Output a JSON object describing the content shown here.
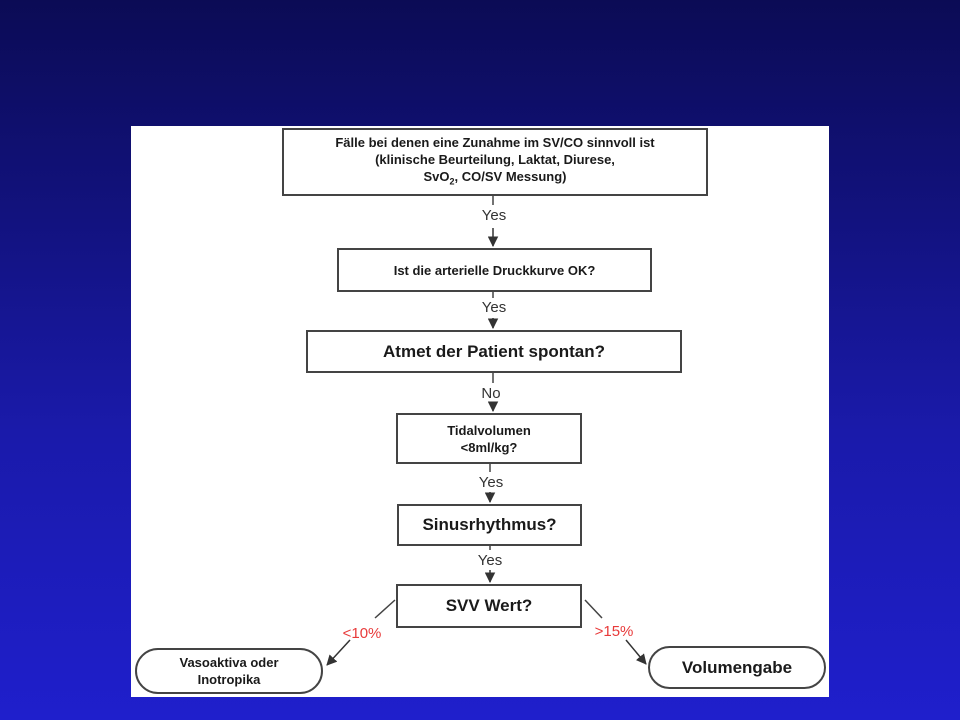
{
  "nodes": {
    "criteria": {
      "line1": "Fälle bei denen eine Zunahme im SV/CO sinnvoll ist",
      "line2": "(klinische Beurteilung, Laktat, Diurese,",
      "line3_pre": "SvO",
      "line3_sub": "2",
      "line3_post": ", CO/SV Messung)"
    },
    "pressure_curve": "Ist die arterielle Druckkurve OK?",
    "spontaneous_breathing": "Atmet der Patient spontan?",
    "tidal_volume": {
      "line1": "Tidalvolumen",
      "line2": "<8ml/kg?"
    },
    "sinus_rhythm": "Sinusrhythmus?",
    "svv_value": "SVV Wert?",
    "vasoactive": {
      "line1": "Vasoaktiva oder",
      "line2": "Inotropika"
    },
    "volume": "Volumengabe"
  },
  "edges": {
    "yes1": "Yes",
    "yes2": "Yes",
    "no": "No",
    "yes3": "Yes",
    "yes4": "Yes",
    "below_threshold": "<10%",
    "above_threshold": ">15%"
  },
  "colors": {
    "background_top": "#0b0b55",
    "background_bottom": "#1f1fcc",
    "border": "#444444",
    "threshold_label": "#e83a3a"
  }
}
